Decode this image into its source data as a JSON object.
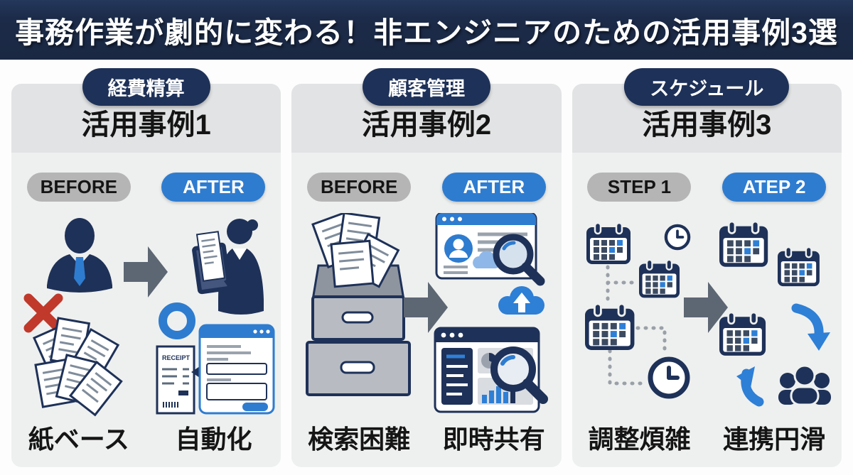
{
  "header": {
    "title": "事務作業が劇的に変わる！非エンジニアのための活用事例3選"
  },
  "colors": {
    "header_bg": "#1c2b49",
    "badge_navy": "#1e3158",
    "accent_blue": "#2e7cd0",
    "icon_navy": "#1e3158",
    "pill_gray": "#b5b5b5",
    "arrow_gray": "#5d6673",
    "error_red": "#c0392b",
    "card_head_bg": "#e2e3e4",
    "card_body_bg": "#eef0ef"
  },
  "columns": [
    {
      "category": "経費精算",
      "title": "活用事例1",
      "before_label": "BEFORE",
      "after_label": "AFTER",
      "before_caption": "紙ベース",
      "after_caption": "自動化",
      "receipt_text": "RECEIPT",
      "before_icons": [
        "businessman-icon",
        "red-x-icon",
        "receipt-pile-icon"
      ],
      "after_icons": [
        "woman-scanning-tablet-icon",
        "ok-ring-icon",
        "receipt-icon",
        "digital-form-icon"
      ],
      "arrow_icon": "right-arrow-icon"
    },
    {
      "category": "顧客管理",
      "title": "活用事例2",
      "before_label": "BEFORE",
      "after_label": "AFTER",
      "before_caption": "検索困難",
      "after_caption": "即時共有",
      "before_icons": [
        "overflowing-file-cabinet-icon"
      ],
      "after_icons": [
        "customer-profile-window-icon",
        "magnifier-icon",
        "cloud-upload-icon",
        "dashboard-window-icon"
      ],
      "arrow_icon": "right-arrow-icon"
    },
    {
      "category": "スケジュール",
      "title": "活用事例3",
      "before_label": "STEP 1",
      "after_label": "ATEP 2",
      "before_caption": "調整煩雑",
      "after_caption": "連携円滑",
      "before_icons": [
        "calendar-icon",
        "clock-icon",
        "dashed-connector-lines"
      ],
      "after_icons": [
        "calendar-icon",
        "sync-arrows-icon",
        "team-people-icon"
      ],
      "arrow_icon": "right-arrow-icon"
    }
  ]
}
